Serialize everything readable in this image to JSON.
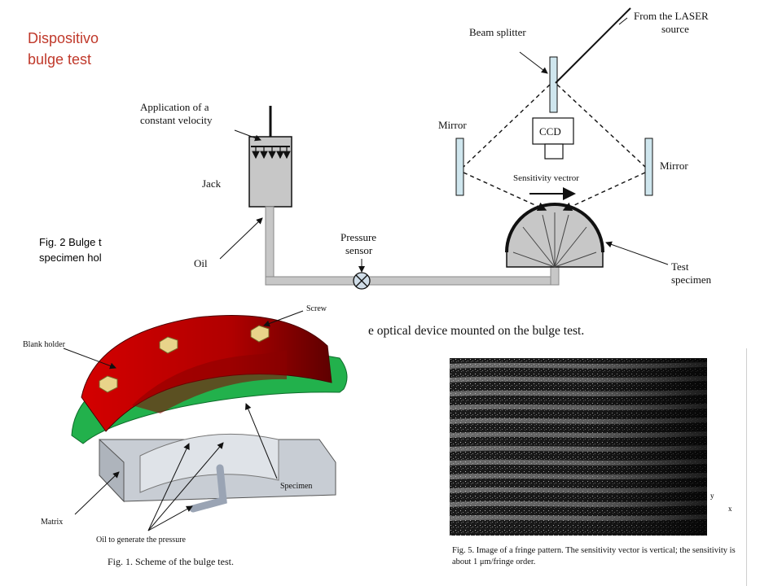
{
  "slide": {
    "title_line1": "Dispositivo",
    "title_line2": "bulge test",
    "side_caption_line1": "Fig. 2 Bulge t",
    "side_caption_line2": "specimen hol"
  },
  "top_figure": {
    "caption": "the optical device mounted on the bulge test.",
    "labels": {
      "beam_splitter": "Beam splitter",
      "from_laser_1": "From the LASER",
      "from_laser_2": "source",
      "application_1": "Application of a",
      "application_2": "constant velocity",
      "jack": "Jack",
      "oil": "Oil",
      "mirror_left": "Mirror",
      "mirror_right": "Mirror",
      "ccd": "CCD",
      "sensitivity": "Sensitivity vectror",
      "pressure_1": "Pressure",
      "pressure_2": "sensor",
      "test_1": "Test",
      "test_2": "specimen"
    }
  },
  "bottom_left_figure": {
    "labels": {
      "screw": "Screw",
      "blank_holder": "Blank holder",
      "specimen": "Specimen",
      "matrix": "Matrix",
      "oil_pressure": "Oil to generate the pressure"
    },
    "caption": "Fig. 1.  Scheme of the bulge test.",
    "colors": {
      "holder": "#d40000",
      "specimen": "#22b14c",
      "matrix": "#c8cdd4"
    }
  },
  "fringe_figure": {
    "axis_y": "y",
    "axis_x": "x",
    "caption": "Fig. 5.  Image of a fringe pattern. The sensitivity vector is vertical; the sensitivity is about 1 μm/fringe order."
  }
}
